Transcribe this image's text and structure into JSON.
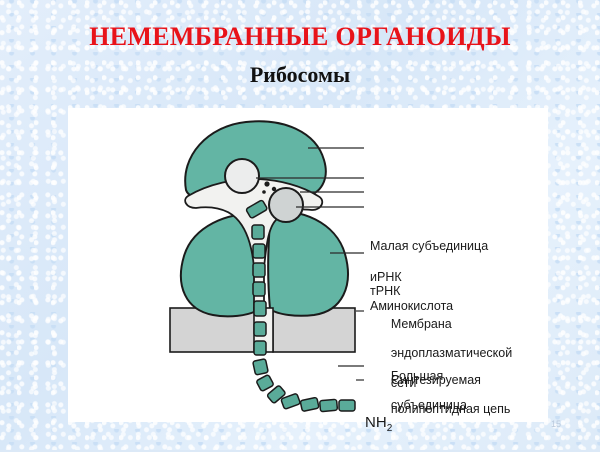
{
  "slide": {
    "title": "НЕМЕМБРАННЫЕ ОРГАНОИДЫ",
    "subtitle": "Рибосомы",
    "page_number": "15",
    "background_color": "#dce9f7",
    "title_color": "#e8131a",
    "subtitle_color": "#111111",
    "panel_color": "#ffffff"
  },
  "diagram": {
    "name": "ribosome-translation-diagram",
    "colors": {
      "organelle_fill": "#63b5a4",
      "organelle_stroke": "#1b1b1b",
      "membrane_fill": "#d4d4d4",
      "membrane_stroke": "#1b1b1b",
      "channel_fill": "#f2f2f0",
      "chain_fill": "#5aab99",
      "leader_line": "#2b2b2b"
    },
    "labels": [
      {
        "id": "small-subunit",
        "text": "Малая субъединица",
        "lines": [
          "Малая субъединица"
        ]
      },
      {
        "id": "mrna",
        "text": "иРНК",
        "lines": [
          "иРНК"
        ]
      },
      {
        "id": "trna",
        "text": "тРНК",
        "lines": [
          "тРНК"
        ]
      },
      {
        "id": "amino-acid",
        "text": "Аминокислота",
        "lines": [
          "Аминокислота"
        ]
      },
      {
        "id": "large-subunit",
        "text": "Большая субъединица",
        "lines": [
          "Большая",
          "субъединица"
        ]
      },
      {
        "id": "er-membrane",
        "text": "Мембрана эндоплазматической сети",
        "lines": [
          "Мембрана",
          "эндоплазматической",
          "сети"
        ]
      },
      {
        "id": "polypeptide-chain",
        "text": "Синтезируемая полипептидная цепь",
        "lines": [
          "Синтезируемая",
          "полипептидная цепь"
        ]
      }
    ],
    "terminus_label": "NH",
    "terminus_subscript": "2"
  }
}
